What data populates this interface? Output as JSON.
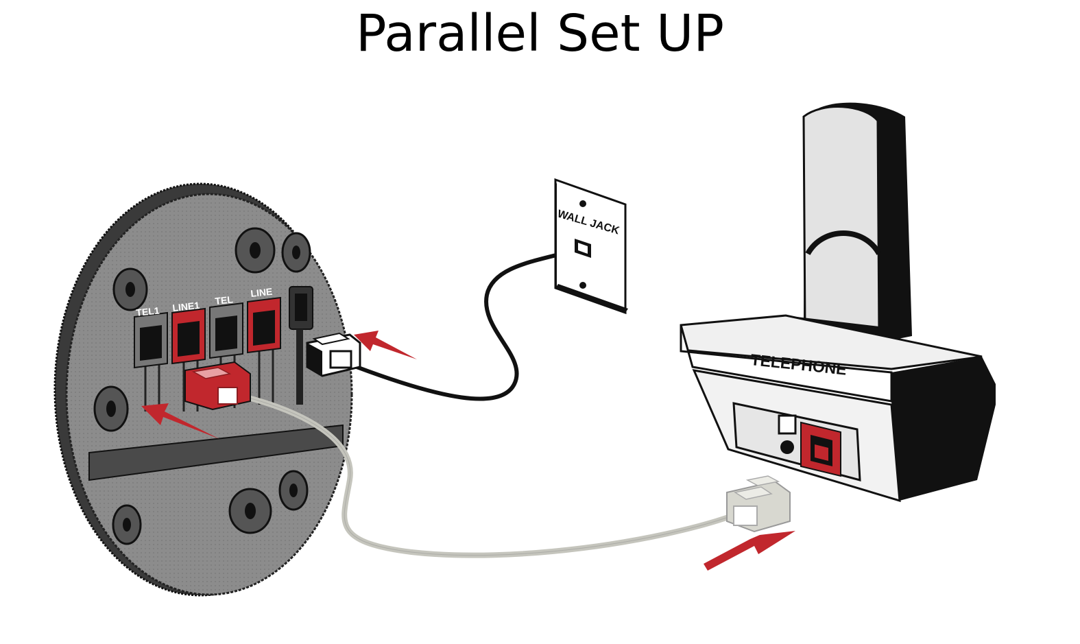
{
  "title": "Parallel Set UP",
  "labels": {
    "tel1": "TEL1",
    "line1": "LINE1",
    "tel": "TEL",
    "line": "LINE",
    "wall_jack": "WALL JACK",
    "telephone": "TELEPHONE"
  },
  "colors": {
    "accent_red": "#c1272d",
    "panel_gray": "#8a8a8a",
    "cable_black": "#111111",
    "cable_gray": "#c5c5bd"
  },
  "icons": {
    "arrows": "red-arrow-icon",
    "device": "round-device-panel",
    "phone": "telephone-icon",
    "jack": "wall-jack-icon"
  }
}
